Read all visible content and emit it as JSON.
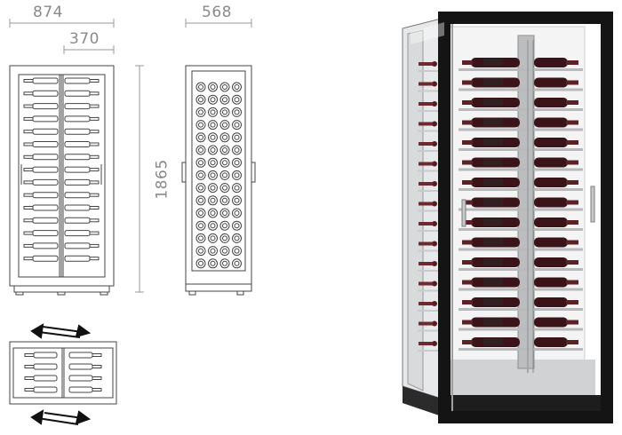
{
  "dimensions": {
    "width": "874",
    "inner_width": "370",
    "depth": "568",
    "height": "1865"
  },
  "drawings": {
    "front_view_bottles_per_column": 15,
    "side_view_rows": 15,
    "side_view_bottles_per_row": 4,
    "top_view_bottles_per_column": 4,
    "photo_bottle_rows": 15
  },
  "colors": {
    "line": "#444444",
    "dimension_line": "#9a9a9a",
    "dimension_text": "#8a8a8a",
    "frame_black": "#141414",
    "bottle_dark": "#3a1418",
    "shelf_steel": "#b7b9bb",
    "back_panel": "#f4f4f4"
  }
}
